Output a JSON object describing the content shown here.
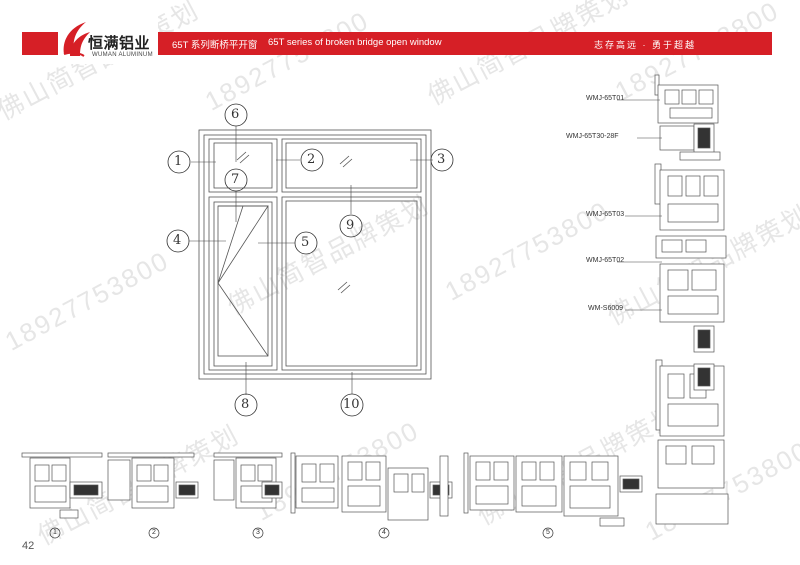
{
  "header": {
    "logo_text": "恒满铝业",
    "logo_sub": "WUMAN ALUMINUM",
    "title_zh": "65T 系列断桥平开窗",
    "title_en": "65T series of broken bridge open window",
    "slogan": "志存高远 · 勇于超越"
  },
  "page_number": "42",
  "watermark": {
    "text_a": "佛山简智品牌策划",
    "text_b": "18927753800"
  },
  "callouts": [
    "1",
    "2",
    "3",
    "4",
    "5",
    "6",
    "7",
    "8",
    "9",
    "10"
  ],
  "profile_labels": [
    "WMJ-65T01",
    "WMJ-65T30-28F",
    "WMJ-65T03",
    "WMJ-65T02",
    "WM-S6009"
  ],
  "section_numbers": [
    "1",
    "2",
    "3",
    "4",
    "5"
  ],
  "colors": {
    "brand_red": "#d61f26"
  }
}
